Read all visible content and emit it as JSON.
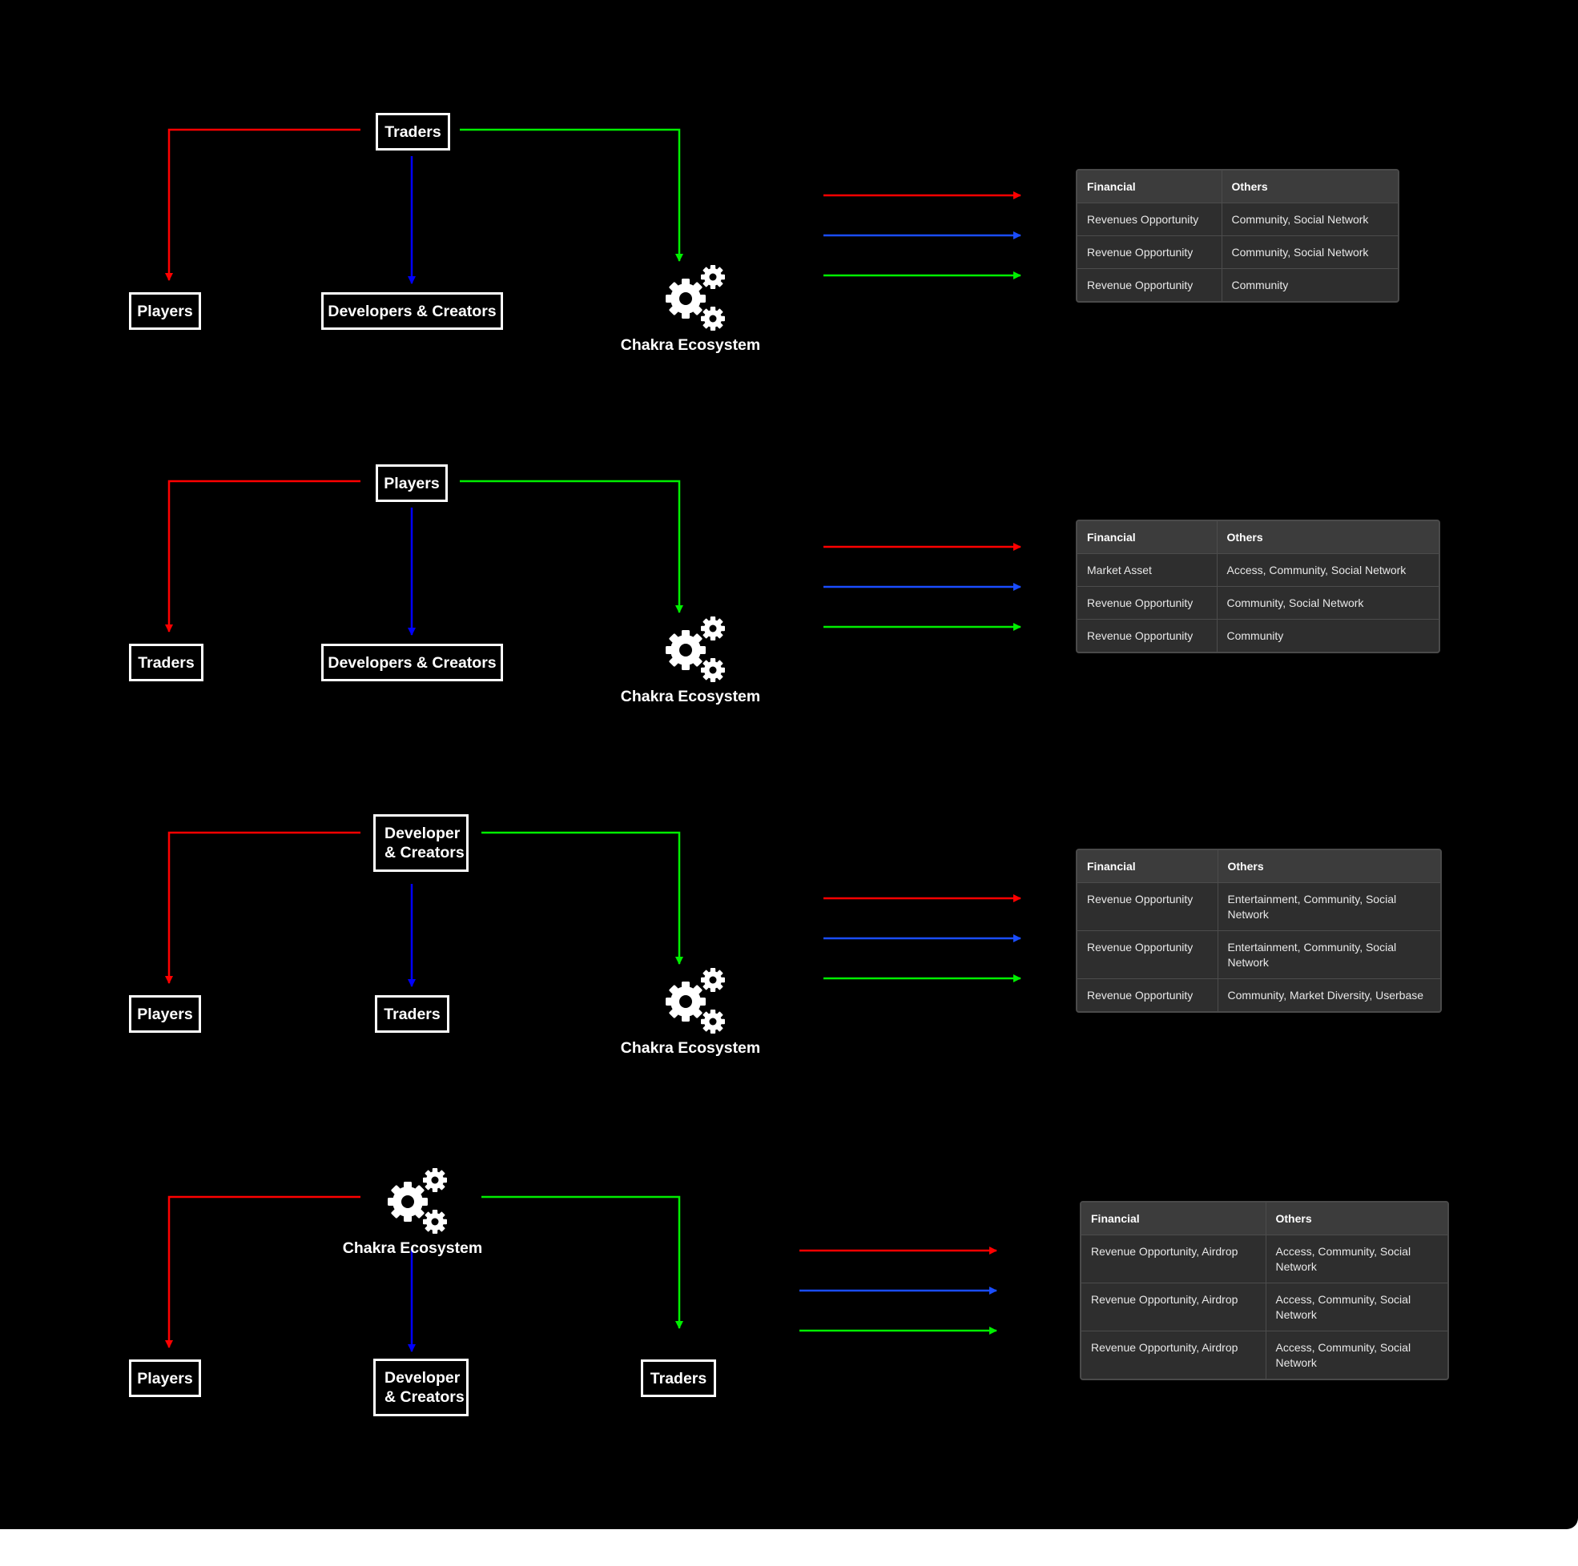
{
  "colors": {
    "red": "#ff0000",
    "blue": "#0000ff",
    "green": "#00ee00",
    "arrow_blue": "#1a4dff"
  },
  "diagram_1": {
    "source": "Traders",
    "targets": {
      "left": "Players",
      "middle": "Developers & Creators"
    },
    "ecosystem_label": "Chakra Ecosystem",
    "table": {
      "headers": [
        "Financial",
        "Others"
      ],
      "rows": [
        [
          "Revenues Opportunity",
          "Community, Social Network"
        ],
        [
          "Revenue Opportunity",
          "Community, Social Network"
        ],
        [
          "Revenue Opportunity",
          "Community"
        ]
      ]
    }
  },
  "diagram_2": {
    "source": "Players",
    "targets": {
      "left": "Traders",
      "middle": "Developers & Creators"
    },
    "ecosystem_label": "Chakra Ecosystem",
    "table": {
      "headers": [
        "Financial",
        "Others"
      ],
      "rows": [
        [
          "Market Asset",
          "Access, Community, Social Network"
        ],
        [
          "Revenue Opportunity",
          "Community, Social Network"
        ],
        [
          "Revenue Opportunity",
          "Community"
        ]
      ]
    }
  },
  "diagram_3": {
    "source_line1": "Developer",
    "source_line2": "& Creators",
    "targets": {
      "left": "Players",
      "middle": "Traders"
    },
    "ecosystem_label": "Chakra Ecosystem",
    "table": {
      "headers": [
        "Financial",
        "Others"
      ],
      "rows": [
        [
          "Revenue Opportunity",
          "Entertainment, Community, Social Network"
        ],
        [
          "Revenue Opportunity",
          "Entertainment, Community, Social Network"
        ],
        [
          "Revenue Opportunity",
          "Community, Market Diversity, Userbase"
        ]
      ]
    }
  },
  "diagram_4": {
    "ecosystem_label": "Chakra Ecosystem",
    "targets": {
      "left": "Players",
      "middle_line1": "Developer",
      "middle_line2": "& Creators",
      "right": "Traders"
    },
    "table": {
      "headers": [
        "Financial",
        "Others"
      ],
      "rows": [
        [
          "Revenue Opportunity, Airdrop",
          "Access, Community, Social Network"
        ],
        [
          "Revenue Opportunity, Airdrop",
          "Access, Community, Social Network"
        ],
        [
          "Revenue Opportunity, Airdrop",
          "Access, Community, Social Network"
        ]
      ]
    }
  }
}
